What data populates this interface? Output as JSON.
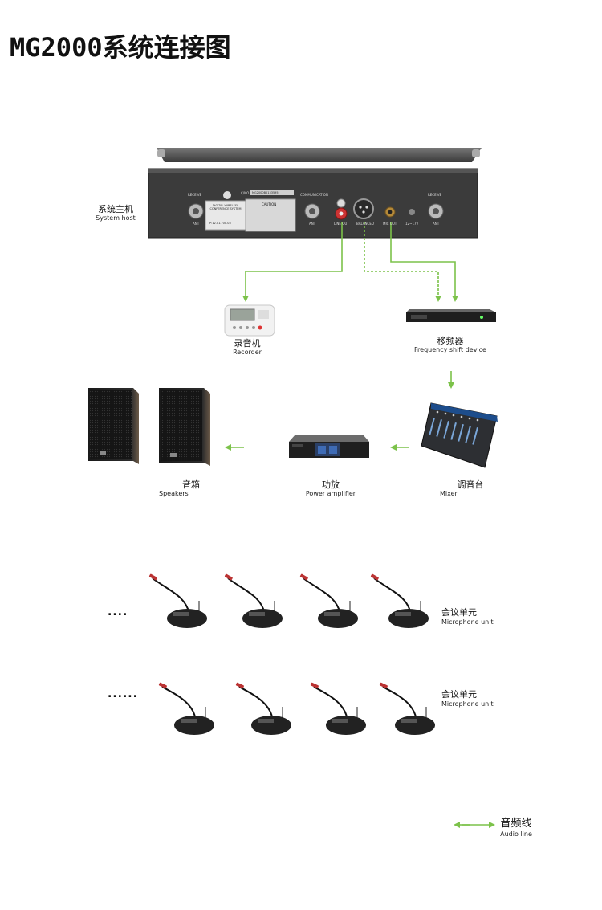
{
  "title": "MG2000系统连接图",
  "host": {
    "label_cn": "系统主机",
    "label_en": "System host",
    "panel_texts": {
      "receive_left": "RECEIVE",
      "ant_left": "ANT",
      "model": "DIGITAL WIRELESS CONFERENCE SYSTEM",
      "ip": "IP:12.01.700.03",
      "serial_prefix": "C/NO.",
      "serial": "MG2000B0133595",
      "caution": "CAUTION",
      "communication": "COMMUNICATION",
      "ant_mid": "ANT",
      "lineout": "LINE OUT",
      "balanced": "BALANCED",
      "mic_out": "MIC OUT",
      "dc": "12~17V",
      "receive_right": "RECEIVE",
      "ant_right": "ANT"
    }
  },
  "devices": {
    "recorder": {
      "cn": "录音机",
      "en": "Recorder"
    },
    "shifter": {
      "cn": "移频器",
      "en": "Frequency shift device"
    },
    "mixer": {
      "cn": "调音台",
      "en": "Mixer"
    },
    "amplifier": {
      "cn": "功放",
      "en": "Power amplifier"
    },
    "speakers": {
      "cn": "音箱",
      "en": "Speakers"
    }
  },
  "mic_rows": [
    {
      "dots": "....",
      "cn": "会议单元",
      "en": "Microphone unit"
    },
    {
      "dots": "......",
      "cn": "会议单元",
      "en": "Microphone unit"
    }
  ],
  "legend": {
    "cn": "音频线",
    "en": "Audio line"
  },
  "colors": {
    "line": "#7cc24a",
    "device": "#2a2a2a"
  }
}
